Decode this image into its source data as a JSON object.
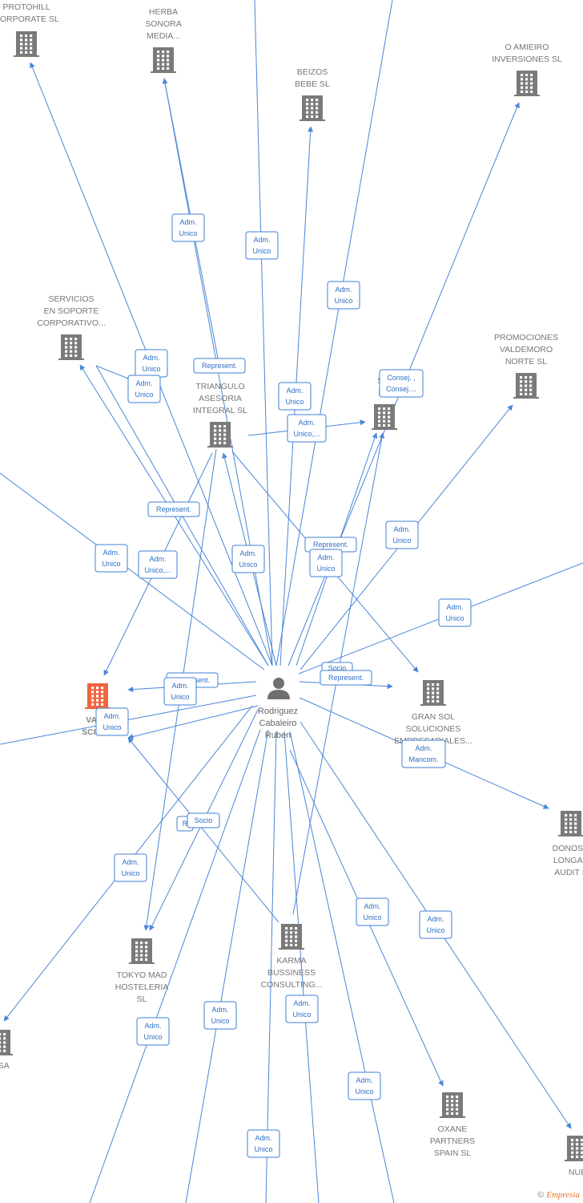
{
  "colors": {
    "edge": "#4a86d8",
    "building": "#7a7a7a",
    "focus_building": "#f0643c",
    "person": "#6f6f6f"
  },
  "center": {
    "icon": "person-icon",
    "label_lines": [
      "Rodriguez",
      "Cabaleiro",
      "Ruben"
    ]
  },
  "companies": [
    {
      "id": "protohill",
      "icon": "building-icon",
      "label_lines": [
        "PROTOHILL",
        "CORPORATE  SL"
      ]
    },
    {
      "id": "herba",
      "icon": "building-icon",
      "label_lines": [
        "HERBA",
        "SONORA",
        "MEDIA..."
      ]
    },
    {
      "id": "beizos",
      "icon": "building-icon",
      "label_lines": [
        "BEIZOS",
        "BEBE  SL"
      ]
    },
    {
      "id": "amieiro",
      "icon": "building-icon",
      "label_lines": [
        "O AMIEIRO",
        "INVERSIONES SL"
      ]
    },
    {
      "id": "servicios",
      "icon": "building-icon",
      "label_lines": [
        "SERVICIOS",
        "EN SOPORTE",
        "CORPORATIVO..."
      ]
    },
    {
      "id": "promociones",
      "icon": "building-icon",
      "label_lines": [
        "PROMOCIONES",
        "VALDEMORO",
        "NORTE  SL"
      ]
    },
    {
      "id": "triangulo",
      "icon": "building-icon",
      "label_lines": [
        "TRIANGULO",
        "ASESORIA",
        "INTEGRAL  SL"
      ]
    },
    {
      "id": "scihu",
      "icon": "building-icon",
      "label_lines": [
        "SCI",
        "HU"
      ]
    },
    {
      "id": "vang",
      "icon": "building-icon",
      "label_lines": [
        "VANG",
        "SCIENC"
      ]
    },
    {
      "id": "gransol",
      "icon": "building-icon",
      "label_lines": [
        "GRAN SOL",
        "SOLUCIONES",
        "EMPRESARIALES..."
      ]
    },
    {
      "id": "donoso",
      "icon": "building-icon",
      "label_lines": [
        "DONOSO",
        "LONGAR",
        "AUDIT S"
      ]
    },
    {
      "id": "tokyo",
      "icon": "building-icon",
      "label_lines": [
        "TOKYO MAD",
        "HOSTELERIA",
        "SL"
      ]
    },
    {
      "id": "karma",
      "icon": "building-icon",
      "label_lines": [
        "KARMA",
        "BUSSINESS",
        "CONSULTING..."
      ]
    },
    {
      "id": "asa",
      "icon": "building-icon",
      "label_lines": [
        "A SA"
      ]
    },
    {
      "id": "oxane",
      "icon": "building-icon",
      "label_lines": [
        "OXANE",
        "PARTNERS",
        "SPAIN  SL"
      ]
    },
    {
      "id": "nube",
      "icon": "building-icon",
      "label_lines": [
        "NUB"
      ]
    }
  ],
  "edge_labels": [
    {
      "id": "e-herba-1",
      "lines": [
        "Adm.",
        "Unico"
      ]
    },
    {
      "id": "e-top-1",
      "lines": [
        "Adm.",
        "Unico"
      ]
    },
    {
      "id": "e-top-2",
      "lines": [
        "Adm.",
        "Unico"
      ]
    },
    {
      "id": "e-serv-1",
      "lines": [
        "Adm.",
        "Unico"
      ]
    },
    {
      "id": "e-serv-2",
      "lines": [
        "Adm.",
        "Unico"
      ]
    },
    {
      "id": "e-tri-rep",
      "lines": [
        "Represent."
      ]
    },
    {
      "id": "e-beizos",
      "lines": [
        "Adm.",
        "Unico"
      ]
    },
    {
      "id": "e-sci-2",
      "lines": [
        "Adm.",
        "Unico,..."
      ]
    },
    {
      "id": "e-amieiro",
      "lines": [
        "Consej. ,",
        "Consej...."
      ]
    },
    {
      "id": "e-serv-rep",
      "lines": [
        "Represent."
      ]
    },
    {
      "id": "e-left-1",
      "lines": [
        "Adm.",
        "Unico"
      ]
    },
    {
      "id": "e-vang-2",
      "lines": [
        "Adm.",
        "Unico,..."
      ]
    },
    {
      "id": "e-tri-2",
      "lines": [
        "Adm.",
        "Unico"
      ]
    },
    {
      "id": "e-sci-rep",
      "lines": [
        "Represent."
      ]
    },
    {
      "id": "e-sci-3",
      "lines": [
        "Adm.",
        "Unico"
      ]
    },
    {
      "id": "e-promo",
      "lines": [
        "Adm.",
        "Unico"
      ]
    },
    {
      "id": "e-right-1",
      "lines": [
        "Adm.",
        "Unico"
      ]
    },
    {
      "id": "e-vang-rep",
      "lines": [
        "Represent."
      ]
    },
    {
      "id": "e-vang-adm",
      "lines": [
        "Adm.",
        "Unico"
      ]
    },
    {
      "id": "e-socio-top",
      "lines": [
        "Socio"
      ]
    },
    {
      "id": "e-gransol-rep",
      "lines": [
        "Represent."
      ]
    },
    {
      "id": "e-vang-3",
      "lines": [
        "Adm.",
        "Unico"
      ]
    },
    {
      "id": "e-donoso",
      "lines": [
        "Adm.",
        "Mancom."
      ]
    },
    {
      "id": "e-karma-r",
      "lines": [
        "R"
      ]
    },
    {
      "id": "e-karma-socio",
      "lines": [
        "Socio"
      ]
    },
    {
      "id": "e-asa",
      "lines": [
        "Adm.",
        "Unico"
      ]
    },
    {
      "id": "e-oxane",
      "lines": [
        "Adm.",
        "Unico"
      ]
    },
    {
      "id": "e-nube",
      "lines": [
        "Adm.",
        "Unico"
      ]
    },
    {
      "id": "e-bottom-1",
      "lines": [
        "Adm.",
        "Unico"
      ]
    },
    {
      "id": "e-bottom-2",
      "lines": [
        "Adm.",
        "Unico"
      ]
    },
    {
      "id": "e-karma-2",
      "lines": [
        "Adm.",
        "Unico"
      ]
    },
    {
      "id": "e-bottom-3",
      "lines": [
        "Adm.",
        "Unico"
      ]
    },
    {
      "id": "e-bottom-4",
      "lines": [
        "Adm.",
        "Unico"
      ]
    }
  ],
  "footer": {
    "copyright": "©",
    "brand": "Empresia"
  }
}
